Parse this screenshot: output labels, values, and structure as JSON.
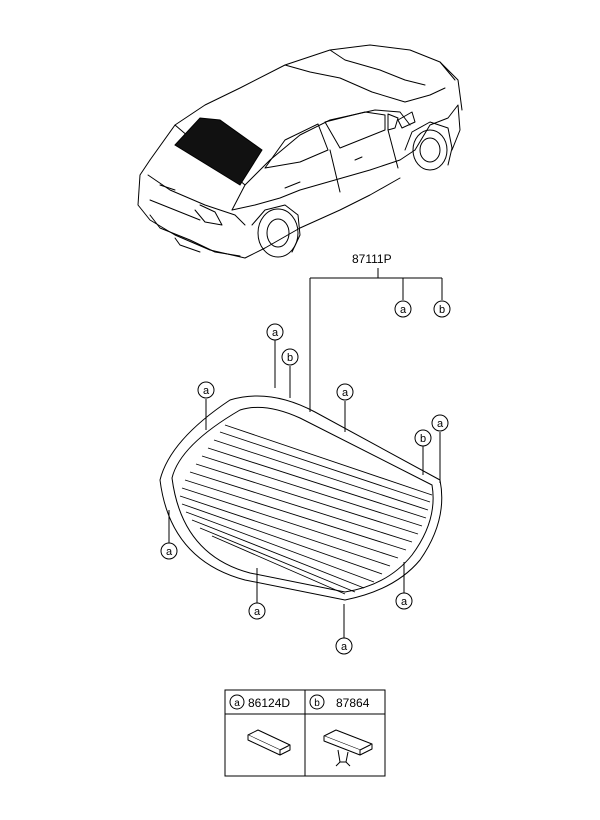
{
  "diagram": {
    "assembly_part_number": "87111P",
    "callout_a": "a",
    "callout_b": "b",
    "legend": {
      "a_symbol": "a",
      "a_part_number": "86124D",
      "b_symbol": "b",
      "b_part_number": "87864"
    }
  }
}
